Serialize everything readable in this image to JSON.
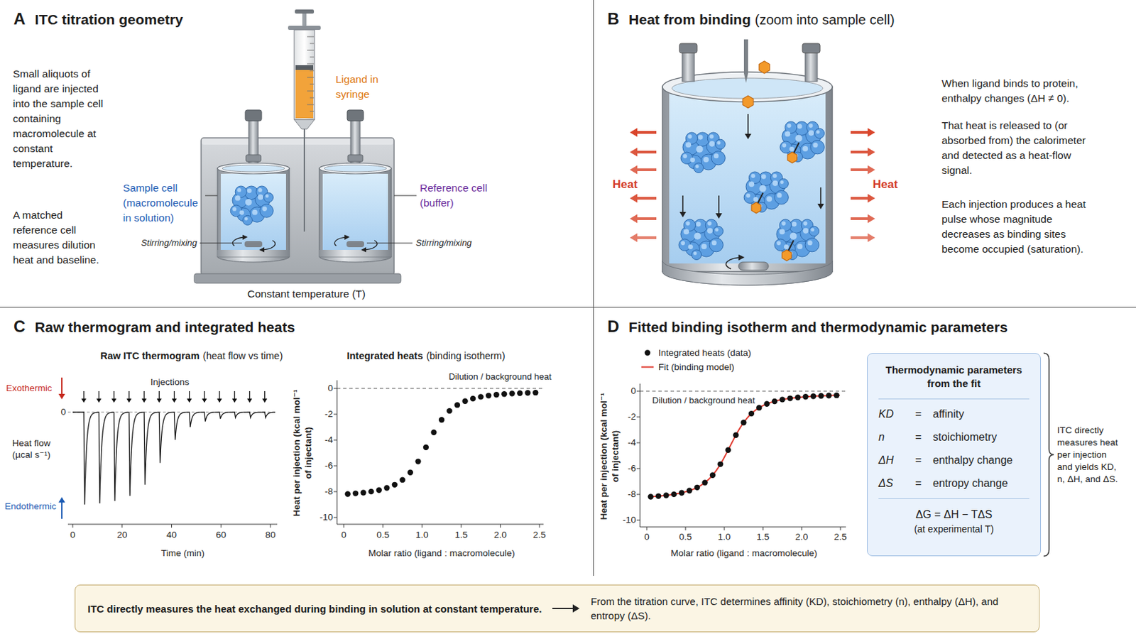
{
  "diagram": {
    "nodes": [
      {
        "text": [
          "A",
          "ITC titration geometry"
        ]
      },
      {
        "text": [
          "B",
          "Heat from binding",
          "(zoom into sample cell)"
        ]
      },
      {
        "text": [
          "C",
          "Raw thermogram and integrated heats"
        ]
      },
      {
        "text": [
          "D",
          "Fitted binding isotherm and thermodynamic parameters"
        ]
      },
      {
        "text": [
          "Thermodynamic parameters from the fit",
          "KD",
          "=",
          "affinity",
          "n",
          "=",
          "stoichiometry",
          "ΔH",
          "=",
          "enthalpy change",
          "ΔS",
          "=",
          "entropy change",
          "ΔG = ΔH − TΔS",
          "(at experimental T)"
        ],
        "in": 3
      },
      {
        "text": [
          "ITC directly measures the heat exchanged during binding in solution at constant temperature.",
          "From the titration curve, ITC determines affinity (KD), stoichiometry (n), enthalpy (ΔH), and entropy (ΔS)."
        ]
      }
    ],
    "labels": [
      "Small aliquots of ligand are injected into the sample cell containing macromolecule at constant temperature.",
      "A matched reference cell measures dilution heat and baseline.",
      "Ligand in syringe",
      "Sample cell (macromolecule in solution)",
      "Reference cell (buffer)",
      "Stirring/mixing",
      "Stirring/mixing",
      "Constant temperature (T)",
      "Heat",
      "Heat",
      "When ligand binds to protein, enthalpy changes (ΔH ≠ 0).",
      "That heat is released to (or absorbed from) the calorimeter and detected as a heat-flow signal.",
      "Each injection produces a heat pulse whose magnitude decreases as binding sites become occupied (saturation).",
      "Raw ITC thermogram",
      "(heat flow vs time)",
      "Exothermic",
      "Endothermic",
      "Injections",
      "Heat flow (µcal s⁻¹)",
      "0",
      "0",
      "20",
      "40",
      "60",
      "80",
      "Time (min)",
      "Integrated heats",
      "(binding isotherm)",
      "Dilution / background heat",
      "0",
      "-2",
      "-4",
      "-6",
      "-8",
      "-10",
      "0",
      "0.5",
      "1.0",
      "1.5",
      "2.0",
      "2.5",
      "Heat per injection (kcal mol⁻¹ of injectant)",
      "Molar ratio (ligand : macromolecule)",
      "Dilution / background heat",
      "0",
      "-2",
      "-4",
      "-6",
      "-8",
      "-10",
      "0",
      "0.5",
      "1.0",
      "1.5",
      "2.0",
      "2.5",
      "Heat per injection (kcal mol⁻¹ of injectant)",
      "Molar ratio (ligand : macromolecule)",
      "ITC directly measures heat per injection and yields KD, n, ΔH, and ΔS."
    ],
    "legend": [
      {
        "text": "Integrated heats (data)"
      },
      {
        "text": "Fit (binding model)"
      }
    ]
  }
}
